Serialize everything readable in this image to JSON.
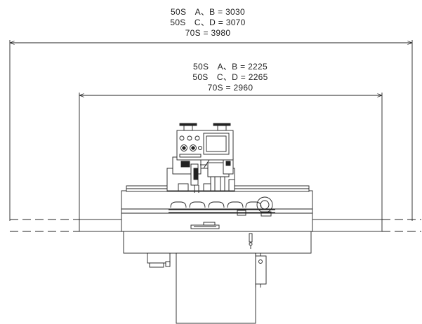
{
  "overall_dims": {
    "line1": "50S　A、B = 3030",
    "line2": "50S　C、D = 3070",
    "line3": "70S = 3980"
  },
  "table_dims": {
    "line1": "50S　A、B = 2225",
    "line2": "50S　C、D = 2265",
    "line3": "70S = 2960"
  }
}
